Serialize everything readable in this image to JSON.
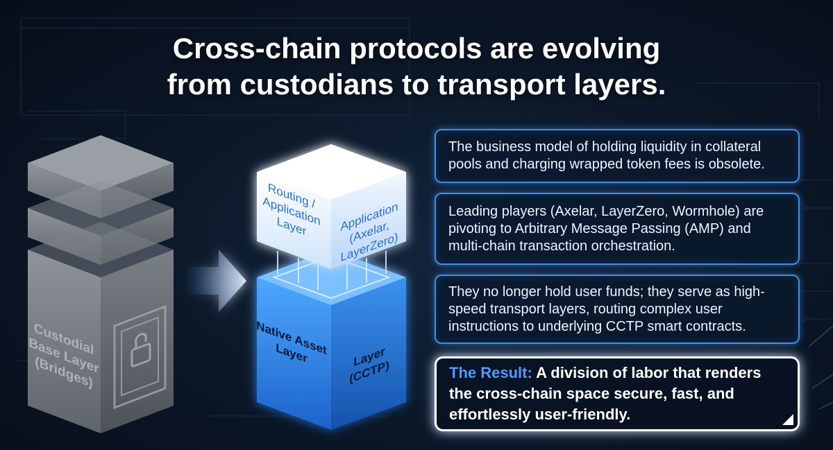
{
  "title": {
    "line1": "Cross-chain protocols are evolving",
    "line2": "from custodians to transport layers."
  },
  "diagram": {
    "custodial_face": [
      "Custodial",
      "Base Layer",
      "(Bridges)"
    ],
    "routing_face": [
      "Routing /",
      "Application",
      "Layer"
    ],
    "application_face": [
      "Application",
      "(Axelar,",
      "LayerZero)"
    ],
    "native_face": [
      "Native Asset",
      "Layer"
    ],
    "cctp_face": [
      "Layer",
      "(CCTP)"
    ]
  },
  "cards": [
    {
      "text": "The business model of holding liquidity in collateral pools and charging wrapped token fees is obsolete."
    },
    {
      "text": "Leading players (Axelar, LayerZero, Wormhole) are pivoting to Arbitrary Message Passing (AMP) and multi-chain transaction orchestration."
    },
    {
      "text": "They no longer hold user funds; they serve as high-speed transport layers, routing complex user instructions to underlying CCTP smart contracts."
    }
  ],
  "result": {
    "label": "The Result:",
    "text": "A division of labor that renders the cross-chain space secure, fast, and effortlessly user-friendly."
  },
  "colors": {
    "accent": "#3f8fe6",
    "result_label": "#4f9bff",
    "background": "#0b1626"
  }
}
